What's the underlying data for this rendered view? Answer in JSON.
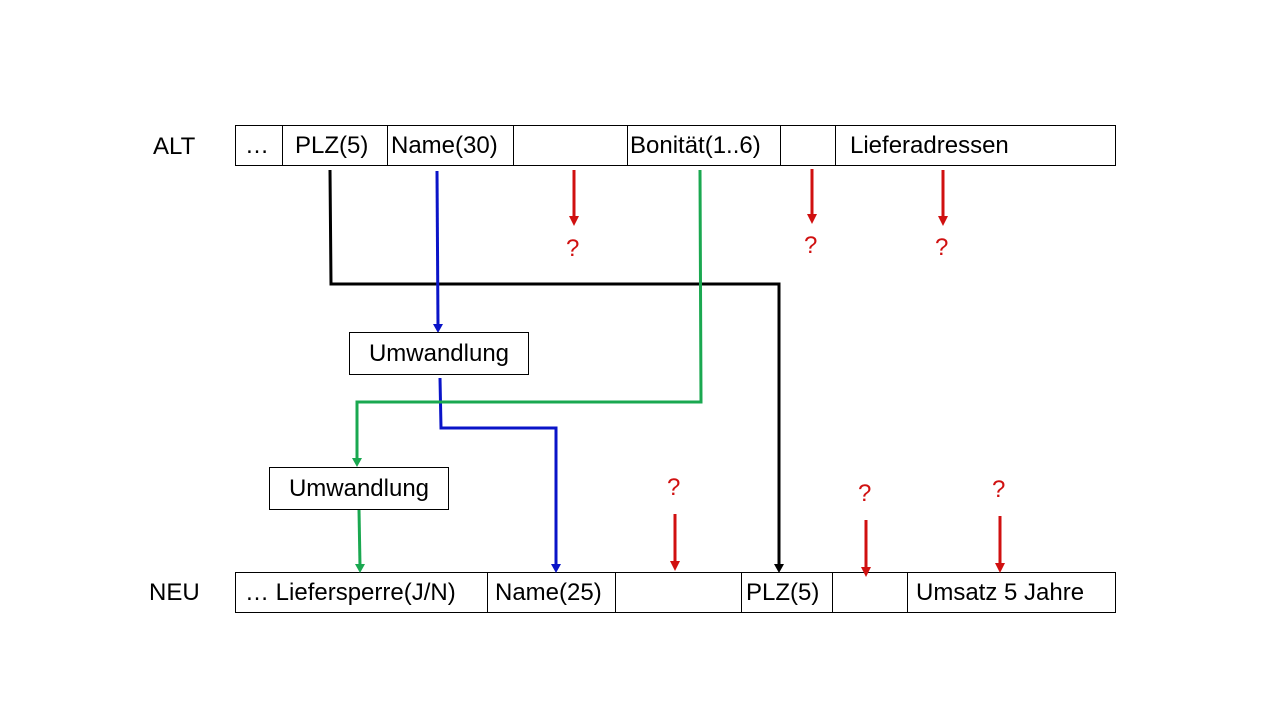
{
  "diagram": {
    "alt_label": "ALT",
    "neu_label": "NEU",
    "alt_fields": [
      "…",
      "PLZ(5)",
      "Name(30)",
      "",
      "Bonität(1..6)",
      "",
      "Lieferadressen"
    ],
    "neu_fields": [
      "… Liefersperre(J/N)",
      "Name(25)",
      "",
      "PLZ(5)",
      "",
      "Umsatz 5 Jahre"
    ],
    "transform_boxes": [
      "Umwandlung",
      "Umwandlung"
    ],
    "unknown_marker": "?",
    "colors": {
      "plz_mapping": "#000000",
      "name_mapping": "#0a14c8",
      "bonitaet_mapping": "#1aa850",
      "unknown": "#d01010"
    },
    "mappings": [
      {
        "from": "PLZ(5)",
        "to": "PLZ(5)",
        "color": "black"
      },
      {
        "from": "Name(30)",
        "via": "Umwandlung",
        "to": "Name(25)",
        "color": "blue"
      },
      {
        "from": "Bonität(1..6)",
        "via": "Umwandlung",
        "to": "Liefersperre(J/N)",
        "color": "green"
      }
    ]
  }
}
